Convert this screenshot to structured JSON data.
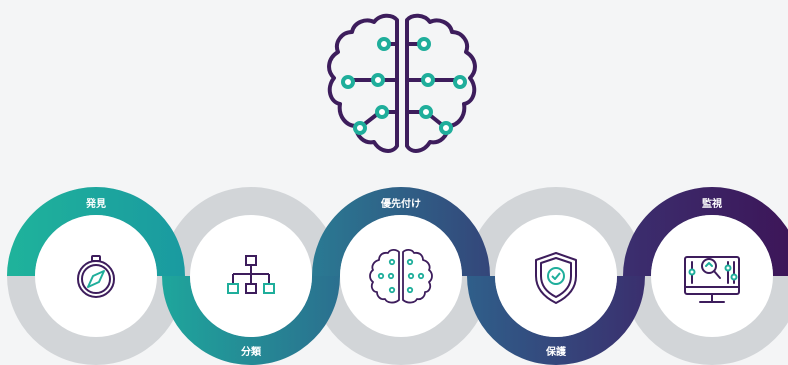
{
  "colors": {
    "background": "#f4f5f6",
    "ring_gray": "#d2d5d8",
    "inner_white": "#ffffff",
    "icon_purple": "#3d1d5c",
    "node_teal": "#1fae9b",
    "icon_teal": "#1fae9b",
    "discover_start": "#1fb39b",
    "discover_end": "#1a9aa0",
    "classify_start": "#1ea69c",
    "classify_end": "#2b6f8f",
    "prioritize_start": "#2a7a93",
    "prioritize_end": "#34467a",
    "protect_start": "#2f5f8a",
    "protect_end": "#3a2f6e",
    "monitor_start": "#3b2f6f",
    "monitor_end": "#3d1457"
  },
  "header": {
    "icon": "brain-circuit-icon"
  },
  "steps": [
    {
      "label": "発見",
      "icon": "compass-icon",
      "arc": "top"
    },
    {
      "label": "分類",
      "icon": "hierarchy-icon",
      "arc": "bottom"
    },
    {
      "label": "優先付け",
      "icon": "brain-circuit-icon",
      "arc": "top"
    },
    {
      "label": "保護",
      "icon": "shield-check-icon",
      "arc": "bottom"
    },
    {
      "label": "監視",
      "icon": "monitor-magnifier-icon",
      "arc": "top"
    }
  ]
}
